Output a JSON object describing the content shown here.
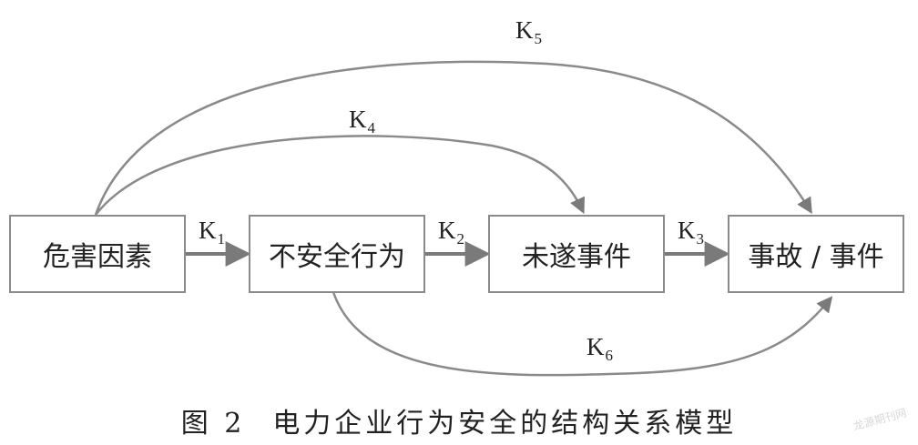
{
  "nodes": {
    "hazard": "危害因素",
    "unsafe_behavior": "不安全行为",
    "near_miss": "未遂事件",
    "accident": "事故 / 事件"
  },
  "edges": {
    "k1": {
      "base": "K",
      "sub": "1"
    },
    "k2": {
      "base": "K",
      "sub": "2"
    },
    "k3": {
      "base": "K",
      "sub": "3"
    },
    "k4": {
      "base": "K",
      "sub": "4"
    },
    "k5": {
      "base": "K",
      "sub": "5"
    },
    "k6": {
      "base": "K",
      "sub": "6"
    }
  },
  "caption": {
    "figure_no": "图 2",
    "title": "电力企业行为安全的结构关系模型"
  },
  "watermark": "龙源期刊网",
  "colors": {
    "line": "#8a8a8a",
    "arrow": "#7a7a7a"
  }
}
